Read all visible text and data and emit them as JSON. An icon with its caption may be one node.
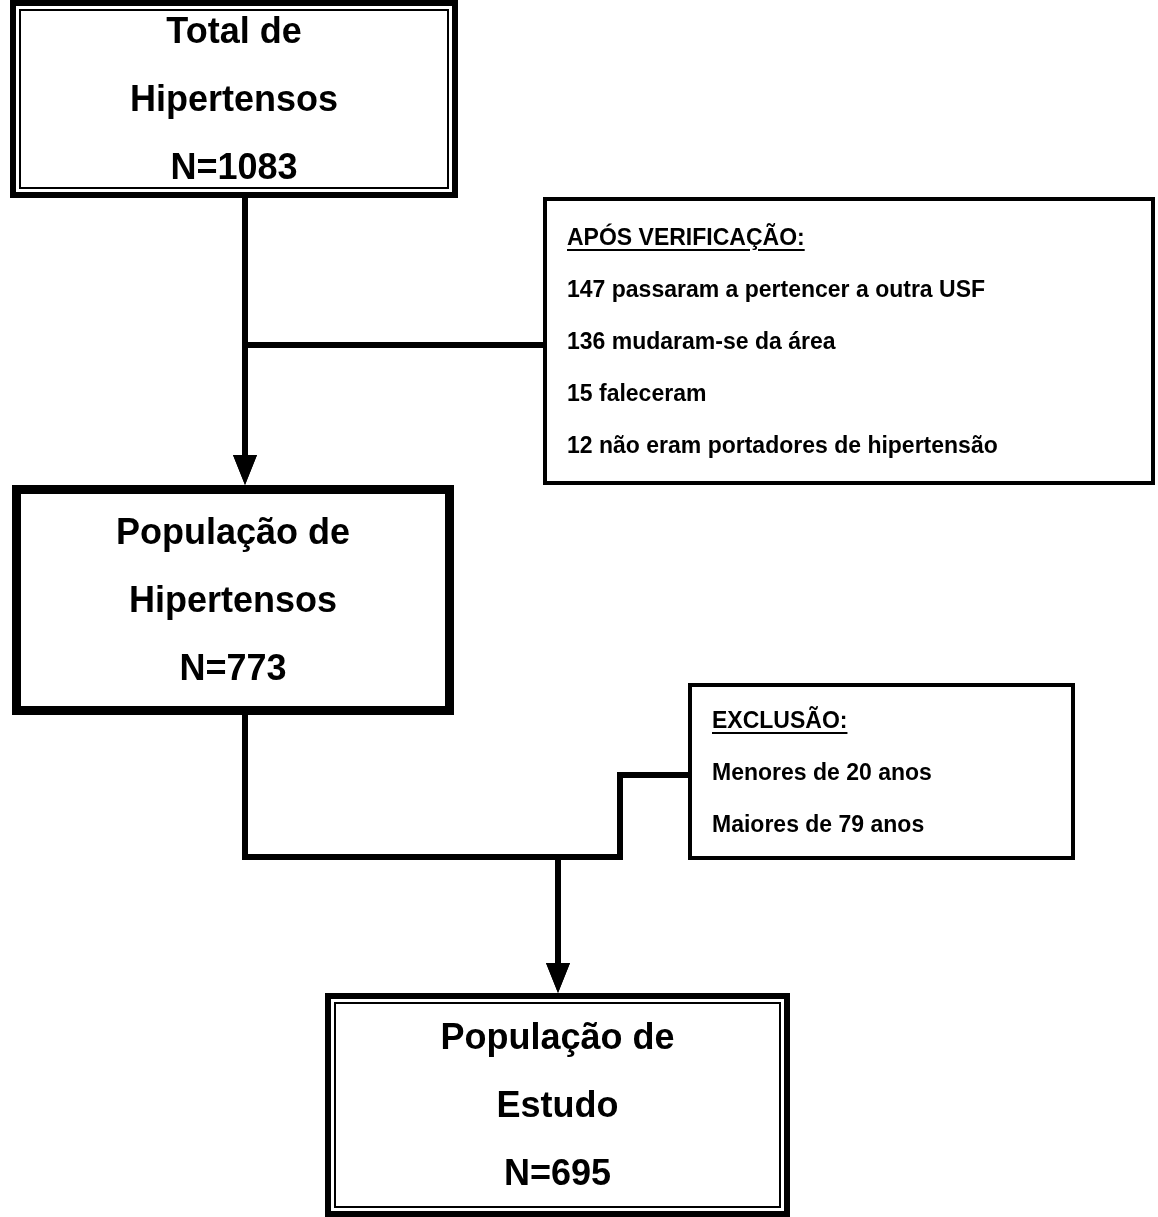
{
  "diagram": {
    "nodes": [
      {
        "text": [
          "Total de Hipertensos",
          "N=1083"
        ]
      },
      {
        "text": [
          "APÓS VERIFICAÇÃO:",
          "147 passaram a pertencer a outra USF",
          "136 mudaram-se da área",
          "15 faleceram",
          "12 não eram portadores de hipertensão"
        ]
      },
      {
        "text": [
          "População de Hipertensos",
          "N=773"
        ]
      },
      {
        "text": [
          "EXCLUSÃO:",
          "Menores de 20 anos",
          "Maiores de 79 anos"
        ]
      },
      {
        "text": [
          "População de Estudo",
          "N=695"
        ]
      }
    ],
    "edges": [
      {
        "from": 0,
        "to": 2,
        "arrow": "to"
      },
      {
        "from": 1,
        "to": 2,
        "arrow": "to"
      },
      {
        "from": 2,
        "to": 4,
        "arrow": "to"
      },
      {
        "from": 3,
        "to": 4,
        "arrow": "to"
      }
    ]
  }
}
